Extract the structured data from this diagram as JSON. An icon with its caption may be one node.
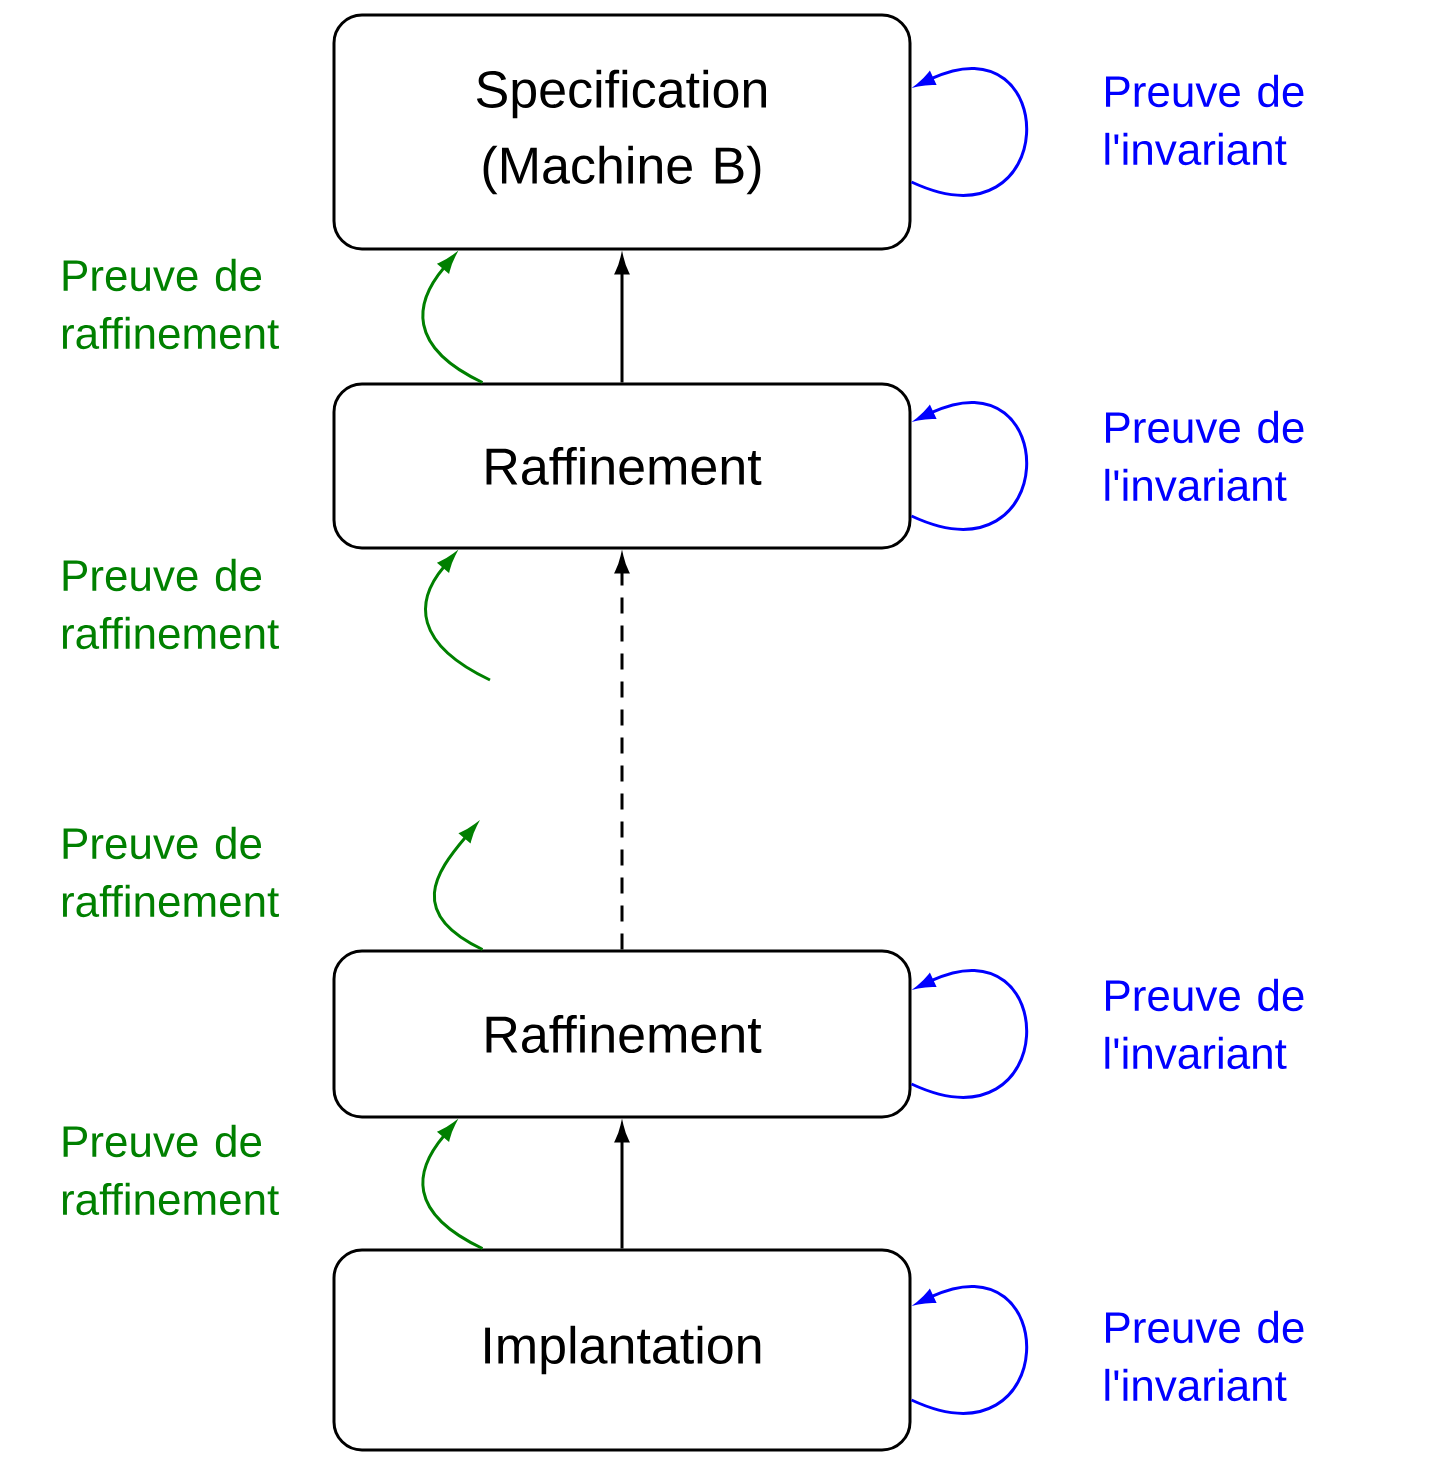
{
  "diagram": {
    "nodes": [
      {
        "text": [
          "Specification (Machine B)"
        ]
      },
      {
        "text": [
          "Raffinement"
        ]
      },
      {
        "text": [
          "Raffinement"
        ]
      },
      {
        "text": [
          "Implantation"
        ]
      }
    ],
    "edges": [
      {
        "from": 1,
        "to": 0,
        "arrow": "to",
        "color": "#000000"
      },
      {
        "from": 2,
        "to": 1,
        "arrow": "to",
        "style": "dashed",
        "color": "#000000"
      },
      {
        "from": 3,
        "to": 2,
        "arrow": "to",
        "color": "#000000"
      },
      {
        "from": 0,
        "to": 0,
        "arrow": "to",
        "color": "#0000ff",
        "label": "Preuve de l'invariant"
      },
      {
        "from": 1,
        "to": 1,
        "arrow": "to",
        "color": "#0000ff",
        "label": "Preuve de l'invariant"
      },
      {
        "from": 2,
        "to": 2,
        "arrow": "to",
        "color": "#0000ff",
        "label": "Preuve de l'invariant"
      },
      {
        "from": 3,
        "to": 3,
        "arrow": "to",
        "color": "#0000ff",
        "label": "Preuve de l'invariant"
      },
      {
        "from": 1,
        "to": 0,
        "arrow": "to",
        "color": "#008000",
        "label": "Preuve de raffinement"
      },
      {
        "from": null,
        "to": 1,
        "arrow": "to",
        "color": "#008000",
        "label": "Preuve de raffinement"
      },
      {
        "from": 2,
        "to": null,
        "arrow": "to",
        "color": "#008000",
        "label": "Preuve de raffinement"
      },
      {
        "from": 3,
        "to": 2,
        "arrow": "to",
        "color": "#008000",
        "label": "Preuve de raffinement"
      }
    ]
  }
}
